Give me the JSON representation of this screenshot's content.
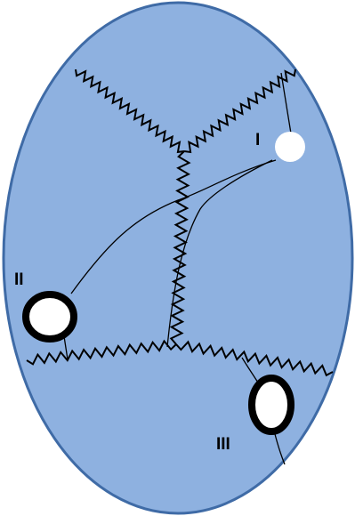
{
  "labels": {
    "one": "I",
    "two": "II",
    "three": "III"
  },
  "colors": {
    "oval_fill": "#8eb1e0",
    "oval_stroke": "#3f6ba6",
    "line": "#000000",
    "ring_fill": "#ffffff"
  }
}
